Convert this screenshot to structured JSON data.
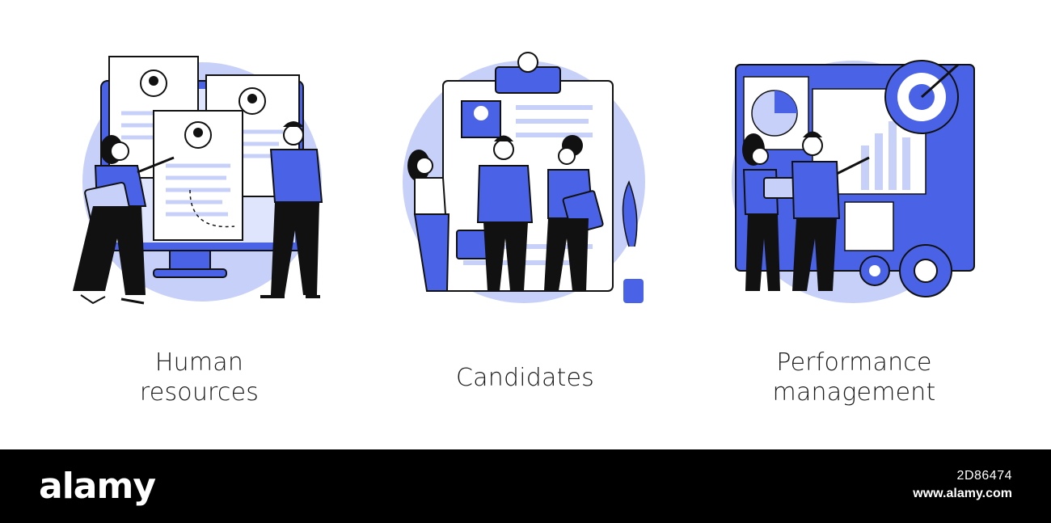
{
  "panels": [
    {
      "caption_lines": [
        "Human",
        "resources"
      ]
    },
    {
      "caption_lines": [
        "Candidates"
      ]
    },
    {
      "caption_lines": [
        "Performance",
        "management"
      ]
    }
  ],
  "footer": {
    "logo": "alamy",
    "image_id": "2D86474",
    "site": "www.alamy.com"
  },
  "colors": {
    "accent": "#4a63e6",
    "light": "#c7d0f8",
    "ink": "#111111",
    "footer_bg": "#000000"
  },
  "icons": [
    "resume-card-icon",
    "clipboard-icon",
    "target-icon",
    "gear-icon",
    "chart-icon"
  ]
}
